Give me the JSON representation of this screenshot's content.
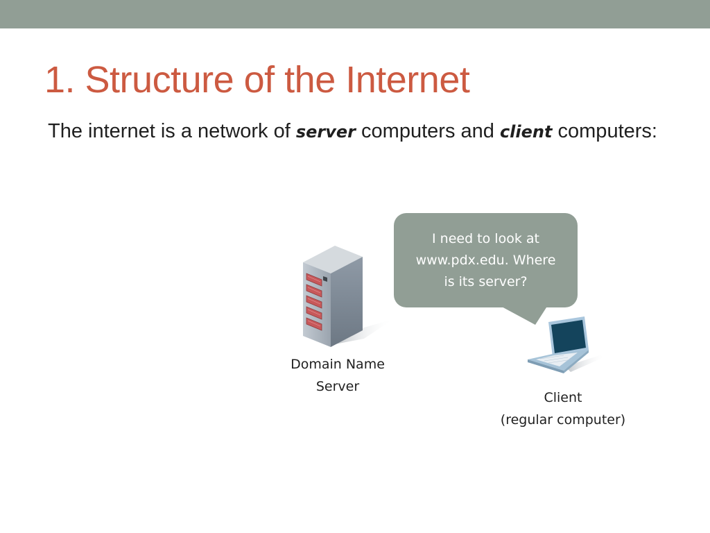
{
  "slide": {
    "title": "1. Structure of the Internet",
    "body": {
      "part1": "The internet is a network of ",
      "emphasis1": "server",
      "part2": " computers and ",
      "emphasis2": "client",
      "part3": " computers:"
    }
  },
  "diagram": {
    "speech_bubble": {
      "line1": "I need to look at",
      "line2": "www.pdx.edu. Where",
      "line3": "is its server?"
    },
    "server": {
      "icon": "server-tower-icon",
      "label_line1": "Domain Name",
      "label_line2": "Server"
    },
    "client": {
      "icon": "laptop-icon",
      "label_line1": "Client",
      "label_line2": "(regular computer)"
    }
  },
  "colors": {
    "top_bar": "#919e95",
    "title": "#cc5a41",
    "bubble": "#919e95",
    "text": "#1f1f1f"
  }
}
